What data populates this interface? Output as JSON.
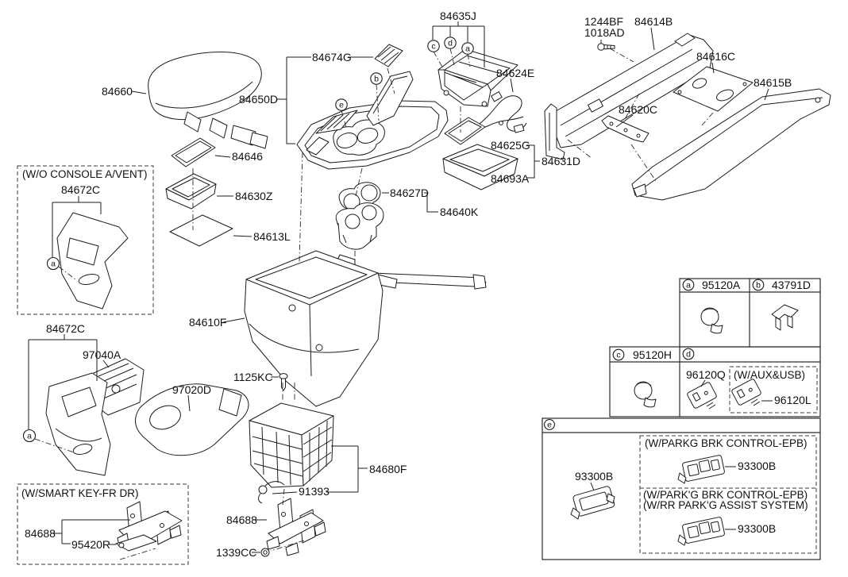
{
  "diagram": {
    "type": "exploded-parts-diagram",
    "subject": "floor console assembly",
    "labels": {
      "p84635J": "84635J",
      "p84674G": "84674G",
      "p84624E": "84624E",
      "p1244BF": "1244BF",
      "p1018AD": "1018AD",
      "p84614B": "84614B",
      "p84616C": "84616C",
      "p84615B": "84615B",
      "p84620C": "84620C",
      "p84631D": "84631D",
      "p84625G": "84625G",
      "p84693A": "84693A",
      "p84660": "84660",
      "p84650D": "84650D",
      "p84646": "84646",
      "p84630Z": "84630Z",
      "p84613L": "84613L",
      "p84627D": "84627D",
      "p84640K": "84640K",
      "p84672C_box": "84672C",
      "p84672C_main": "84672C",
      "p97040A": "97040A",
      "p97020D": "97020D",
      "p84610F": "84610F",
      "p1125KC": "1125KC",
      "p84680F": "84680F",
      "p91393": "91393",
      "p84688_main": "84688",
      "p1339CC": "1339CC",
      "p84688_box": "84688",
      "p95420R": "95420R",
      "p95120A": "95120A",
      "p43791D": "43791D",
      "p95120H": "95120H",
      "p96120Q": "96120Q",
      "p96120L": "96120L",
      "p93300B_left": "93300B",
      "p93300B_epb": "93300B",
      "p93300B_epb_rr": "93300B"
    },
    "captions": {
      "wo_console_avent": "(W/O CONSOLE A/VENT)",
      "smart_key": "(W/SMART KEY-FR DR)",
      "aux_usb": "(W/AUX&USB)",
      "epb1": "(W/PARKG BRK CONTROL-EPB)",
      "epb2a": "(W/PARK'G BRK CONTROL-EPB)",
      "epb2b": "(W/RR PARK'G ASSIST SYSTEM)"
    },
    "callouts": {
      "a": "a",
      "b": "b",
      "c": "c",
      "d": "d",
      "e": "e"
    }
  }
}
